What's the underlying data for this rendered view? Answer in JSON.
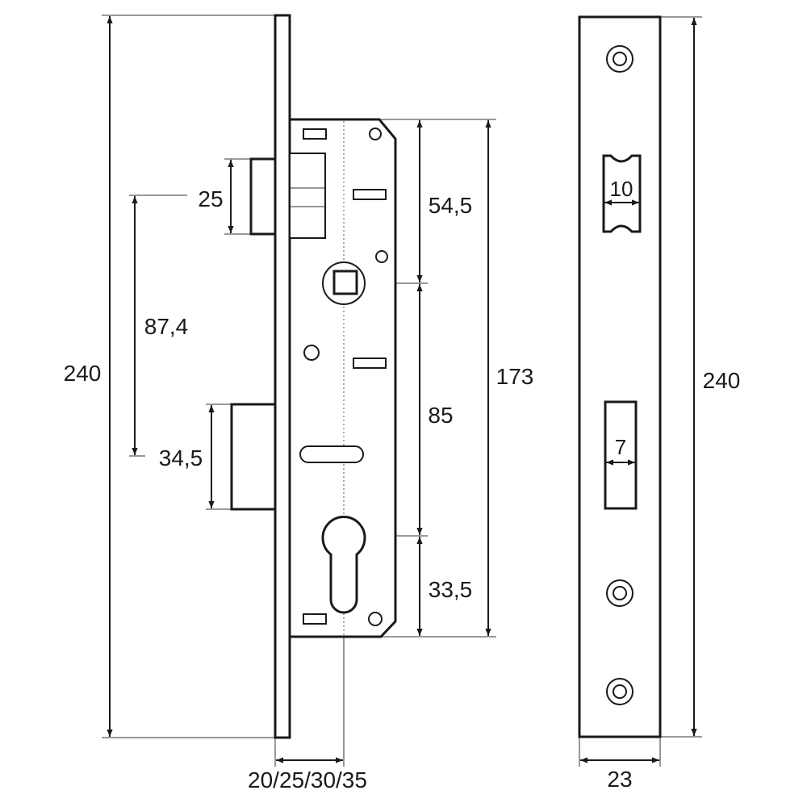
{
  "lock_body_dimensions": {
    "total_height": "240",
    "bolt_height": "25",
    "latch_to_bolt": "87,4",
    "latch_height": "34,5",
    "top_to_handle": "54,5",
    "handle_to_cylinder": "85",
    "cylinder_to_bottom": "33,5",
    "body_height": "173",
    "backset": "20/25/30/35"
  },
  "faceplate_dimensions": {
    "total_height": "240",
    "bolt_slot_width": "10",
    "latch_slot_width": "7",
    "width": "23"
  }
}
